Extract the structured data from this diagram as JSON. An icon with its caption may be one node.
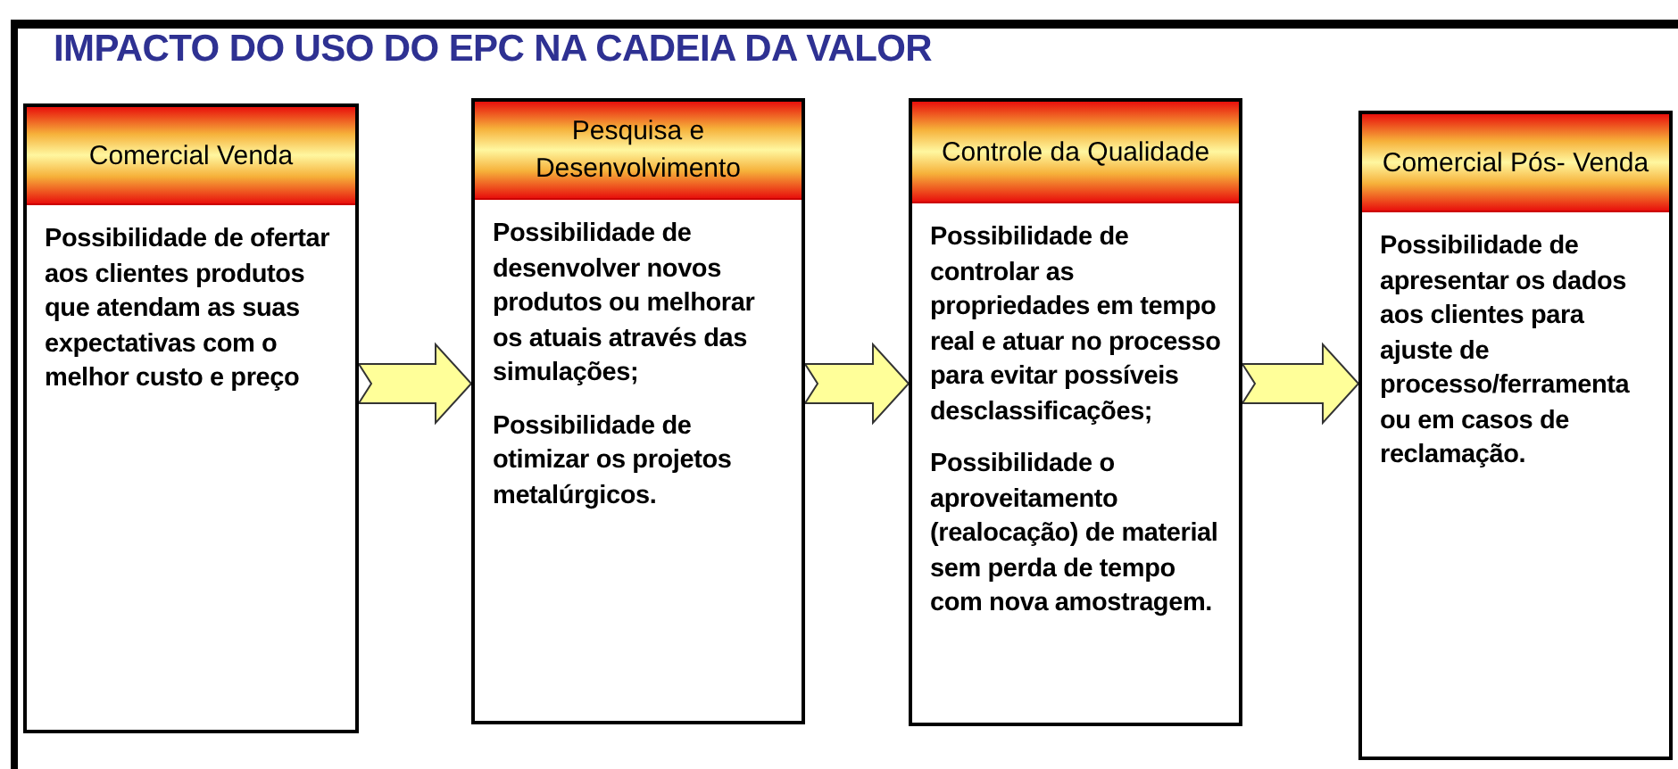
{
  "diagram": {
    "title": "IMPACTO DO USO DO EPC NA CADEIA DA VALOR",
    "nodes": [
      {
        "text": [
          "Comercial Venda",
          "Possibilidade de ofertar aos clientes produtos que atendam as suas expectativas com o melhor custo e preço"
        ]
      },
      {
        "text": [
          "Pesquisa e Desenvolvimento",
          "Possibilidade de desenvolver novos produtos ou melhorar os atuais através das simulações;",
          "Possibilidade de otimizar os projetos metalúrgicos."
        ]
      },
      {
        "text": [
          "Controle da Qualidade",
          "Possibilidade de controlar as propriedades em tempo real e atuar no processo para evitar possíveis desclassificações;",
          "Possibilidade o aproveitamento (realocação) de material sem perda de tempo com nova amostragem."
        ]
      },
      {
        "text": [
          "Comercial Pós- Venda",
          "Possibilidade de apresentar os dados aos clientes para ajuste de processo/ferramenta ou em casos de reclamação."
        ]
      }
    ],
    "edges": [
      {
        "from": 0,
        "to": 1,
        "arrow": "to"
      },
      {
        "from": 1,
        "to": 2,
        "arrow": "to"
      },
      {
        "from": 2,
        "to": 3,
        "arrow": "to"
      }
    ]
  }
}
